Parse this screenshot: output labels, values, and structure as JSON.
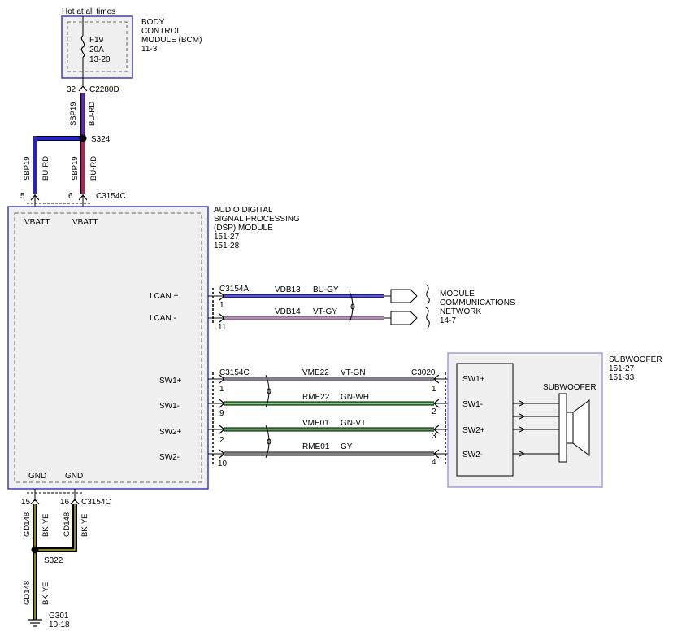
{
  "bcm": {
    "hot_label": "Hot at all times",
    "fuse_name": "F19",
    "fuse_rating": "20A",
    "fuse_ref": "13-20",
    "title_lines": [
      "BODY",
      "CONTROL",
      "MODULE (BCM)",
      "11-3"
    ],
    "pin": "32",
    "connector": "C2280D"
  },
  "top_wire": {
    "circuit": "SBP19",
    "color": "BU-RD"
  },
  "splice_top": {
    "name": "S324"
  },
  "left_wire": {
    "circuit": "SBP19",
    "color": "BU-RD"
  },
  "right_wire": {
    "circuit": "SBP19",
    "color": "BU-RD"
  },
  "dsp": {
    "pin_vbatt1": "5",
    "pin_vbatt2": "6",
    "connector_top": "C3154C",
    "label_lines": [
      "AUDIO DIGITAL",
      "SIGNAL PROCESSING",
      "(DSP) MODULE",
      "151-27",
      "151-28"
    ],
    "vbatt_1": "VBATT",
    "vbatt_2": "VBATT",
    "ican_plus": "I CAN +",
    "ican_minus": "I CAN -",
    "sw1_plus": "SW1+",
    "sw1_minus": "SW1-",
    "sw2_plus": "SW2+",
    "sw2_minus": "SW2-",
    "gnd_1": "GND",
    "gnd_2": "GND",
    "pin_gnd1": "15",
    "pin_gnd2": "16",
    "connector_bottom": "C3154C"
  },
  "can": {
    "connector": "C3154A",
    "rows": [
      {
        "pin": "1",
        "circuit": "VDB13",
        "color": "BU-GY"
      },
      {
        "pin": "11",
        "circuit": "VDB14",
        "color": "VT-GY"
      }
    ],
    "network_lines": [
      "MODULE",
      "COMMUNICATIONS",
      "NETWORK",
      "14-7"
    ]
  },
  "speaker": {
    "connector_left": "C3154C",
    "connector_right": "C3020",
    "rows": [
      {
        "pin_left": "1",
        "circuit": "VME22",
        "color": "VT-GN",
        "pin_right": "1",
        "label": "SW1+"
      },
      {
        "pin_left": "9",
        "circuit": "RME22",
        "color": "GN-WH",
        "pin_right": "2",
        "label": "SW1-"
      },
      {
        "pin_left": "2",
        "circuit": "VME01",
        "color": "GN-VT",
        "pin_right": "3",
        "label": "SW2+"
      },
      {
        "pin_left": "10",
        "circuit": "RME01",
        "color": "GY",
        "pin_right": "4",
        "label": "SW2-"
      }
    ]
  },
  "subwoofer": {
    "title_lines": [
      "SUBWOOFER",
      "151-27",
      "151-33"
    ],
    "inner_label": "SUBWOOFER"
  },
  "ground": {
    "wire_left": {
      "circuit": "GD148",
      "color": "BK-YE"
    },
    "wire_right": {
      "circuit": "GD148",
      "color": "BK-YE"
    },
    "splice": "S322",
    "wire_bottom": {
      "circuit": "GD148",
      "color": "BK-YE"
    },
    "ground_name": "G301",
    "ground_ref": "10-18"
  },
  "colors": {
    "module_border": "#3b3bc8",
    "module_fill": "#f0f0f0",
    "blue_wire": "#2323d0",
    "red_wire": "#b0205a",
    "violet_wire": "#c38ac8",
    "green_wire": "#1f8c1f",
    "gray_wire": "#808080",
    "black_wire": "#000000",
    "yellow_wire": "#e8e000"
  }
}
